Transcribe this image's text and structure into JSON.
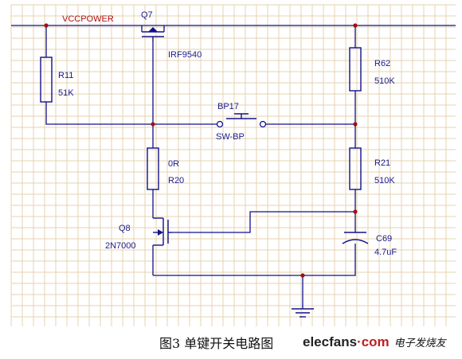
{
  "diagram": {
    "net_vcc": "VCCPOWER",
    "q7": {
      "ref": "Q7",
      "part": "IRF9540"
    },
    "r11": {
      "ref": "R11",
      "value": "51K"
    },
    "r62": {
      "ref": "R62",
      "value": "510K"
    },
    "bp17": {
      "ref": "BP17",
      "part": "SW-BP"
    },
    "r20": {
      "ref": "R20",
      "value": "0R"
    },
    "r21": {
      "ref": "R21",
      "value": "510K"
    },
    "q8": {
      "ref": "Q8",
      "part": "2N7000"
    },
    "c69": {
      "ref": "C69",
      "value": "4.7uF"
    }
  },
  "caption": "图3 单键开关电路图",
  "watermark": {
    "brand_part1": "elecfans",
    "brand_part2": "·com",
    "chinese": "电子发烧友"
  },
  "colors": {
    "wire": "#10108c",
    "junction": "#a01010",
    "grid": "#e6d3b0",
    "text": "#1a1a8c"
  }
}
